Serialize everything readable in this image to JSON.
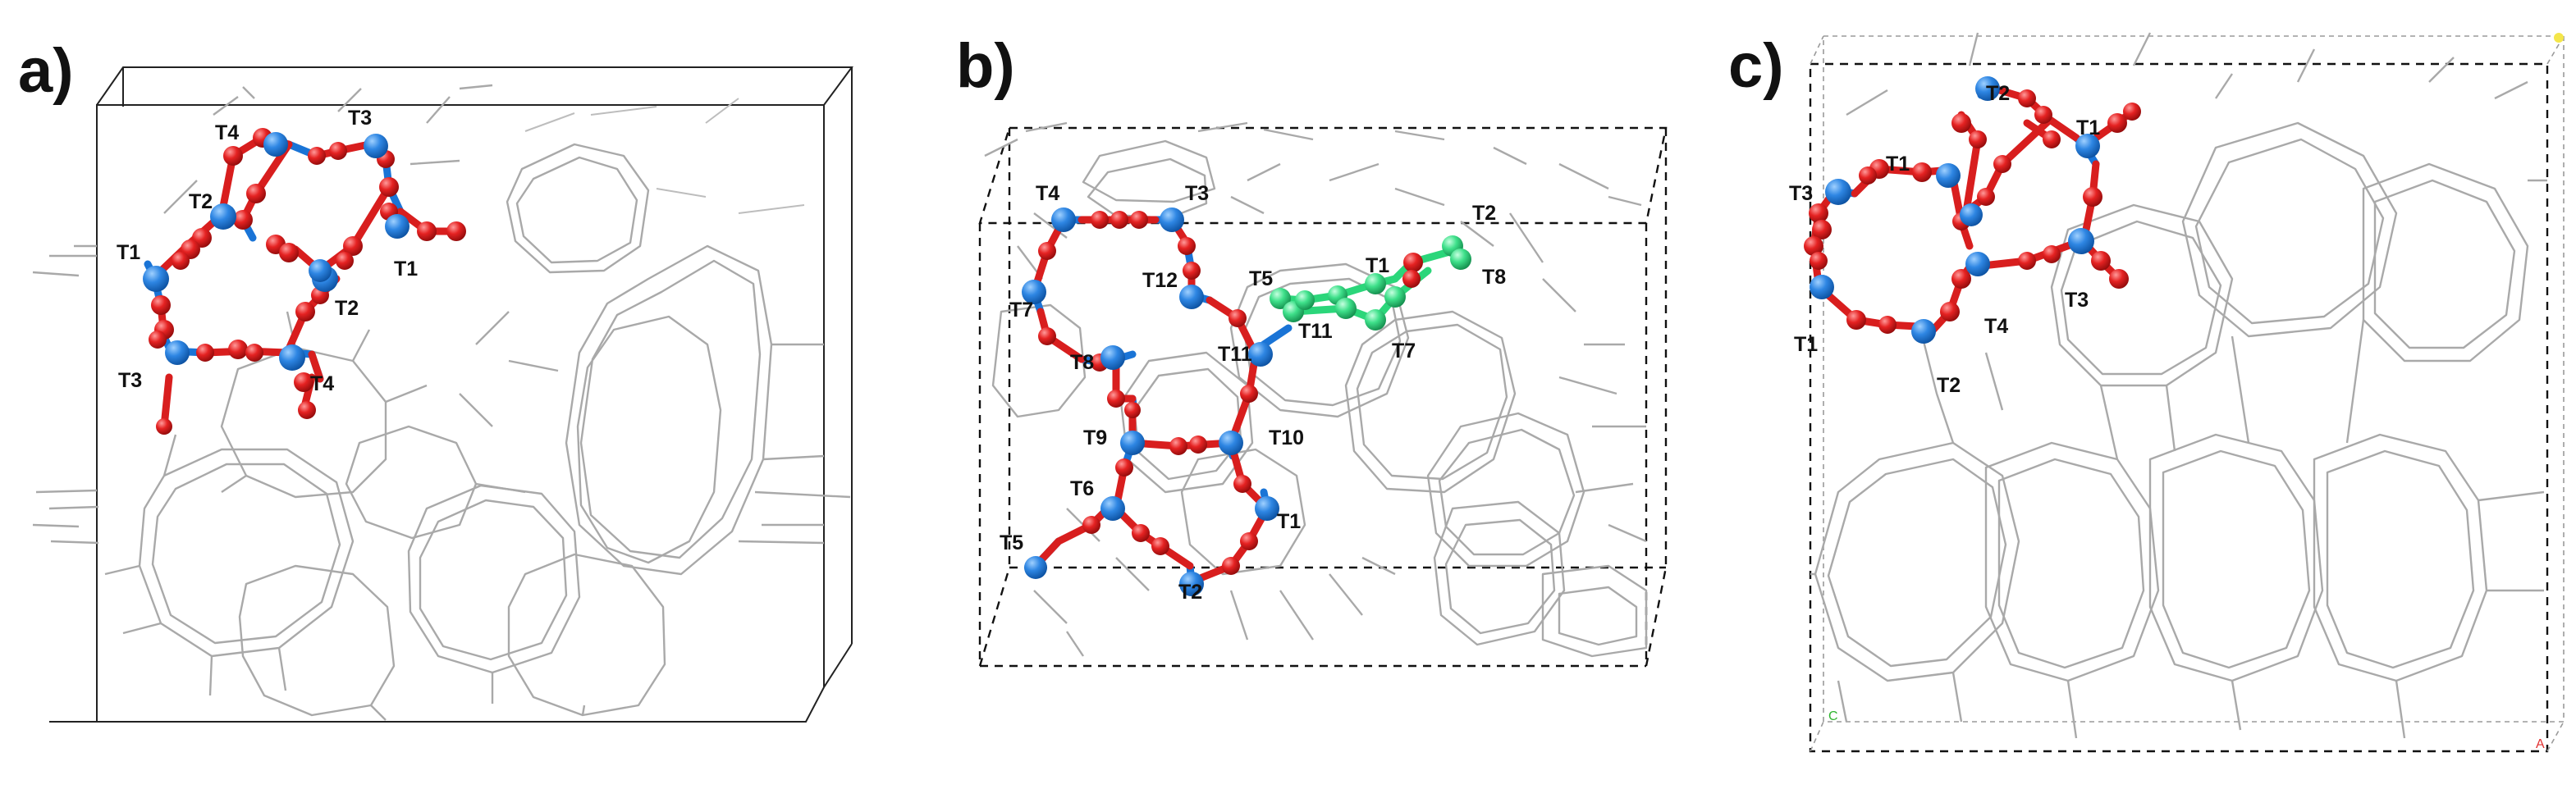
{
  "panels": [
    {
      "label": "a)",
      "tsites": [
        "T4",
        "T3",
        "T2",
        "T1",
        "T1",
        "T2",
        "T3",
        "T4"
      ]
    },
    {
      "label": "b)",
      "tsites": [
        "T4",
        "T3",
        "T12",
        "T5",
        "T1",
        "T2",
        "T8",
        "T7",
        "T11",
        "T11",
        "T7",
        "T8",
        "T9",
        "T10",
        "T6",
        "T5",
        "T1",
        "T2"
      ]
    },
    {
      "label": "c)",
      "tsites": [
        "T2",
        "T1",
        "T1",
        "T3",
        "T3",
        "T4",
        "T1",
        "T2"
      ],
      "axes": {
        "c": "C",
        "a": "A"
      }
    }
  ],
  "colors": {
    "silicon": "#1a74d6",
    "oxygen": "#d81e1e",
    "highlight": "#2bd67a",
    "framework": "#a9a9a9"
  }
}
